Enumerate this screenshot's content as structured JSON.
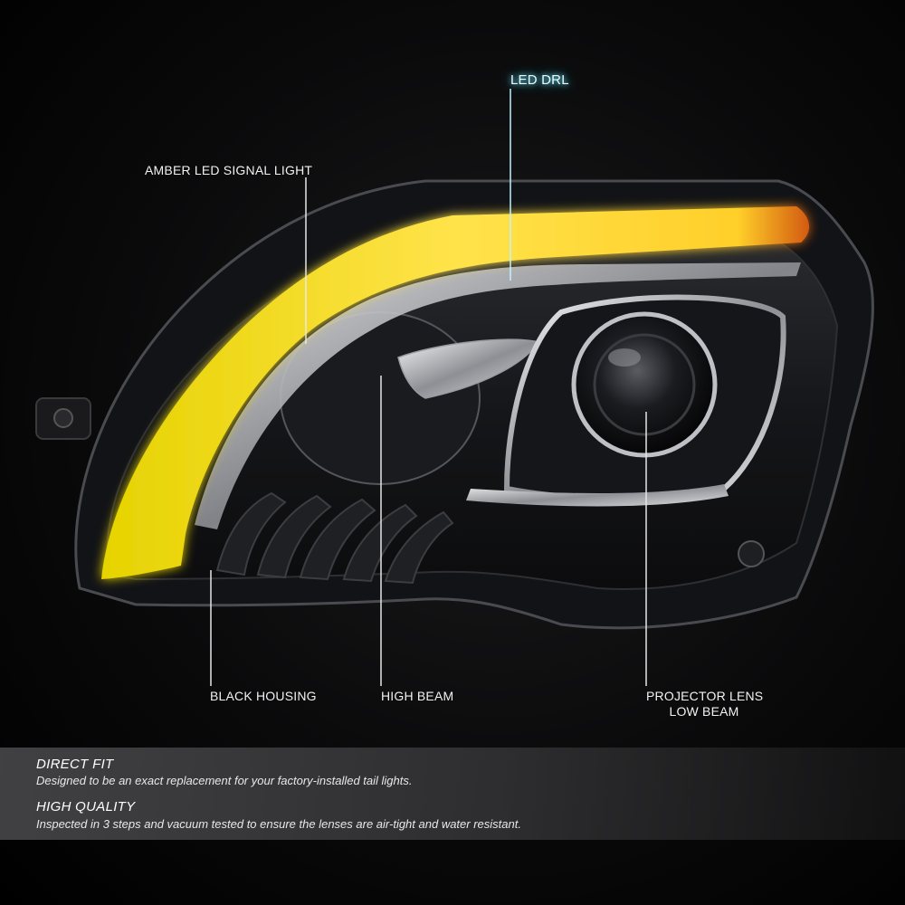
{
  "callouts": {
    "led_drl": "LED DRL",
    "amber_signal": "AMBER LED SIGNAL LIGHT",
    "black_housing": "BLACK HOUSING",
    "high_beam": "HIGH BEAM",
    "projector_line1": "PROJECTOR LENS",
    "projector_line2": "LOW BEAM"
  },
  "features": [
    {
      "title": "DIRECT FIT",
      "description": "Designed to be an exact replacement for your factory-installed tail lights."
    },
    {
      "title": "HIGH QUALITY",
      "description": "Inspected in 3 steps and vacuum tested to ensure the lenses are air-tight and water resistant."
    }
  ],
  "colors": {
    "background": "#000000",
    "amber_led": "#f5d20a",
    "drl_glow": "#6fe9ff",
    "housing": "#1c1d20",
    "chrome": "#c9c9cc"
  }
}
